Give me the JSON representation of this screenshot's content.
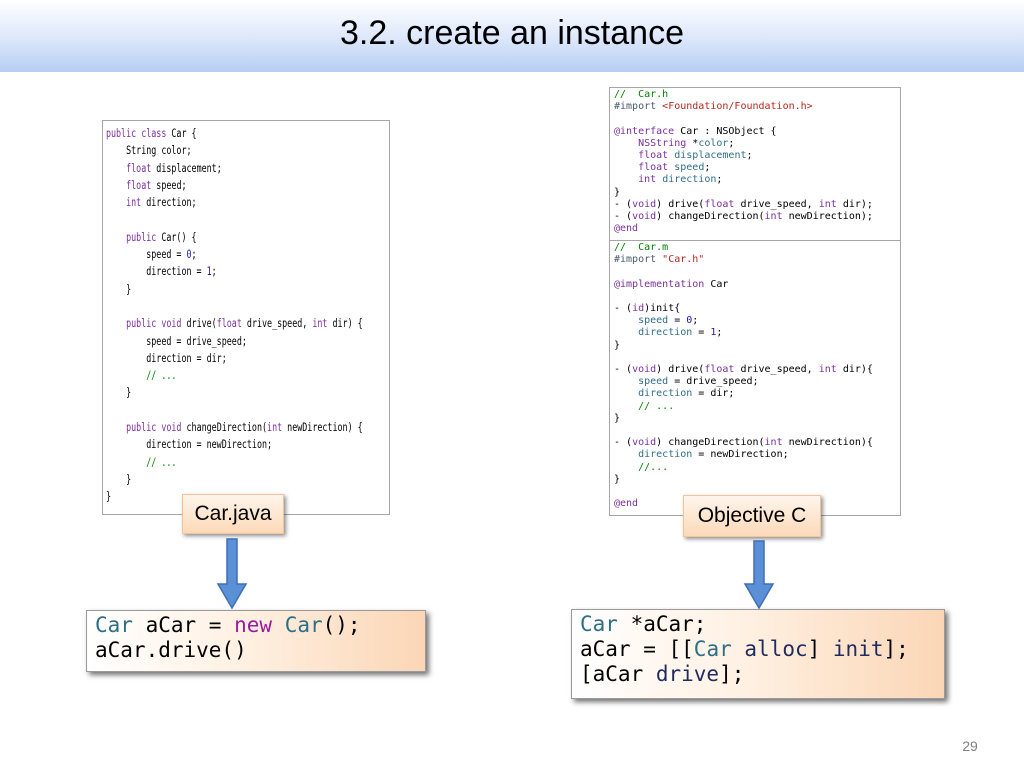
{
  "slide": {
    "title": "3.2. create an instance",
    "page_number": "29"
  },
  "java_code": {
    "lines": [
      [
        {
          "t": "public class",
          "c": "kw"
        },
        {
          "t": " Car {"
        }
      ],
      [
        {
          "t": "    String color;"
        }
      ],
      [
        {
          "t": "    "
        },
        {
          "t": "float",
          "c": "kw"
        },
        {
          "t": " displacement;"
        }
      ],
      [
        {
          "t": "    "
        },
        {
          "t": "float",
          "c": "kw"
        },
        {
          "t": " speed;"
        }
      ],
      [
        {
          "t": "    "
        },
        {
          "t": "int",
          "c": "kw"
        },
        {
          "t": " direction;"
        }
      ],
      [
        {
          "t": ""
        }
      ],
      [
        {
          "t": "    "
        },
        {
          "t": "public",
          "c": "kw"
        },
        {
          "t": " Car() {"
        }
      ],
      [
        {
          "t": "        speed = "
        },
        {
          "t": "0",
          "c": "num"
        },
        {
          "t": ";"
        }
      ],
      [
        {
          "t": "        direction = "
        },
        {
          "t": "1",
          "c": "num"
        },
        {
          "t": ";"
        }
      ],
      [
        {
          "t": "    }"
        }
      ],
      [
        {
          "t": ""
        }
      ],
      [
        {
          "t": "    "
        },
        {
          "t": "public void",
          "c": "kw"
        },
        {
          "t": " drive("
        },
        {
          "t": "float",
          "c": "kw"
        },
        {
          "t": " drive_speed, "
        },
        {
          "t": "int",
          "c": "kw"
        },
        {
          "t": " dir) {"
        }
      ],
      [
        {
          "t": "        speed = drive_speed;"
        }
      ],
      [
        {
          "t": "        direction = dir;"
        }
      ],
      [
        {
          "t": "        "
        },
        {
          "t": "// ...",
          "c": "cm"
        }
      ],
      [
        {
          "t": "    }"
        }
      ],
      [
        {
          "t": ""
        }
      ],
      [
        {
          "t": "    "
        },
        {
          "t": "public void",
          "c": "kw"
        },
        {
          "t": " changeDirection("
        },
        {
          "t": "int",
          "c": "kw"
        },
        {
          "t": " newDirection) {"
        }
      ],
      [
        {
          "t": "        direction = newDirection;"
        }
      ],
      [
        {
          "t": "        "
        },
        {
          "t": "// ...",
          "c": "cm"
        }
      ],
      [
        {
          "t": "    }"
        }
      ],
      [
        {
          "t": "}"
        }
      ]
    ]
  },
  "objc_header": {
    "lines": [
      [
        {
          "t": "//  Car.h",
          "c": "cm"
        }
      ],
      [
        {
          "t": "#import ",
          "c": "dr"
        },
        {
          "t": "<Foundation/Foundation.h>",
          "c": "str"
        }
      ],
      [
        {
          "t": ""
        }
      ],
      [
        {
          "t": "@interface",
          "c": "kw"
        },
        {
          "t": " Car : NSObject {"
        }
      ],
      [
        {
          "t": "    "
        },
        {
          "t": "NSString",
          "c": "kw"
        },
        {
          "t": " *"
        },
        {
          "t": "color",
          "c": "tp"
        },
        {
          "t": ";"
        }
      ],
      [
        {
          "t": "    "
        },
        {
          "t": "float",
          "c": "kw"
        },
        {
          "t": " "
        },
        {
          "t": "displacement",
          "c": "tp"
        },
        {
          "t": ";"
        }
      ],
      [
        {
          "t": "    "
        },
        {
          "t": "float",
          "c": "kw"
        },
        {
          "t": " "
        },
        {
          "t": "speed",
          "c": "tp"
        },
        {
          "t": ";"
        }
      ],
      [
        {
          "t": "    "
        },
        {
          "t": "int",
          "c": "kw"
        },
        {
          "t": " "
        },
        {
          "t": "direction",
          "c": "tp"
        },
        {
          "t": ";"
        }
      ],
      [
        {
          "t": "}"
        }
      ],
      [
        {
          "t": "- ("
        },
        {
          "t": "void",
          "c": "kw"
        },
        {
          "t": ") drive("
        },
        {
          "t": "float",
          "c": "kw"
        },
        {
          "t": " drive_speed, "
        },
        {
          "t": "int",
          "c": "kw"
        },
        {
          "t": " dir);"
        }
      ],
      [
        {
          "t": "- ("
        },
        {
          "t": "void",
          "c": "kw"
        },
        {
          "t": ") changeDirection("
        },
        {
          "t": "int",
          "c": "kw"
        },
        {
          "t": " newDirection);"
        }
      ],
      [
        {
          "t": "@end",
          "c": "kw"
        }
      ]
    ]
  },
  "objc_impl": {
    "lines": [
      [
        {
          "t": "//  Car.m",
          "c": "cm"
        }
      ],
      [
        {
          "t": "#import ",
          "c": "dr"
        },
        {
          "t": "\"Car.h\"",
          "c": "str"
        }
      ],
      [
        {
          "t": ""
        }
      ],
      [
        {
          "t": "@implementation",
          "c": "kw"
        },
        {
          "t": " Car"
        }
      ],
      [
        {
          "t": ""
        }
      ],
      [
        {
          "t": "- ("
        },
        {
          "t": "id",
          "c": "kw"
        },
        {
          "t": ")init{"
        }
      ],
      [
        {
          "t": "    "
        },
        {
          "t": "speed",
          "c": "tp"
        },
        {
          "t": " = "
        },
        {
          "t": "0",
          "c": "num"
        },
        {
          "t": ";"
        }
      ],
      [
        {
          "t": "    "
        },
        {
          "t": "direction",
          "c": "tp"
        },
        {
          "t": " = "
        },
        {
          "t": "1",
          "c": "num"
        },
        {
          "t": ";"
        }
      ],
      [
        {
          "t": "}"
        }
      ],
      [
        {
          "t": ""
        }
      ],
      [
        {
          "t": "- ("
        },
        {
          "t": "void",
          "c": "kw"
        },
        {
          "t": ") drive("
        },
        {
          "t": "float",
          "c": "kw"
        },
        {
          "t": " drive_speed, "
        },
        {
          "t": "int",
          "c": "kw"
        },
        {
          "t": " dir){"
        }
      ],
      [
        {
          "t": "    "
        },
        {
          "t": "speed",
          "c": "tp"
        },
        {
          "t": " = drive_speed;"
        }
      ],
      [
        {
          "t": "    "
        },
        {
          "t": "direction",
          "c": "tp"
        },
        {
          "t": " = dir;"
        }
      ],
      [
        {
          "t": "    "
        },
        {
          "t": "// ...",
          "c": "cm"
        }
      ],
      [
        {
          "t": "}"
        }
      ],
      [
        {
          "t": ""
        }
      ],
      [
        {
          "t": "- ("
        },
        {
          "t": "void",
          "c": "kw"
        },
        {
          "t": ") changeDirection("
        },
        {
          "t": "int",
          "c": "kw"
        },
        {
          "t": " newDirection){"
        }
      ],
      [
        {
          "t": "    "
        },
        {
          "t": "direction",
          "c": "tp"
        },
        {
          "t": " = newDirection;"
        }
      ],
      [
        {
          "t": "    "
        },
        {
          "t": "//...",
          "c": "cm"
        }
      ],
      [
        {
          "t": "}"
        }
      ],
      [
        {
          "t": ""
        }
      ],
      [
        {
          "t": "@end",
          "c": "kw"
        }
      ]
    ]
  },
  "labels": {
    "java": "Car.java",
    "objc": "Objective C"
  },
  "java_snippet": {
    "lines": [
      [
        {
          "t": "Car",
          "c": "s-tp"
        },
        {
          "t": " aCar = "
        },
        {
          "t": "new",
          "c": "s-kw"
        },
        {
          "t": " "
        },
        {
          "t": "Car",
          "c": "s-tp"
        },
        {
          "t": "();"
        }
      ],
      [
        {
          "t": "aCar.drive()"
        }
      ]
    ]
  },
  "objc_snippet": {
    "lines": [
      [
        {
          "t": "Car",
          "c": "s-tp"
        },
        {
          "t": " *aCar;"
        }
      ],
      [
        {
          "t": "aCar = [["
        },
        {
          "t": "Car",
          "c": "s-tp"
        },
        {
          "t": " "
        },
        {
          "t": "alloc",
          "c": "s-msg"
        },
        {
          "t": "] "
        },
        {
          "t": "init",
          "c": "s-msg"
        },
        {
          "t": "];"
        }
      ],
      [
        {
          "t": "[aCar "
        },
        {
          "t": "drive",
          "c": "s-msg"
        },
        {
          "t": "];"
        }
      ]
    ]
  },
  "colors": {
    "arrow": "#5b8fd6",
    "arrow_stroke": "#3f6fb5",
    "title_gradient_bottom": "#b7cdf3",
    "label_fill": "#fcd9b8"
  }
}
